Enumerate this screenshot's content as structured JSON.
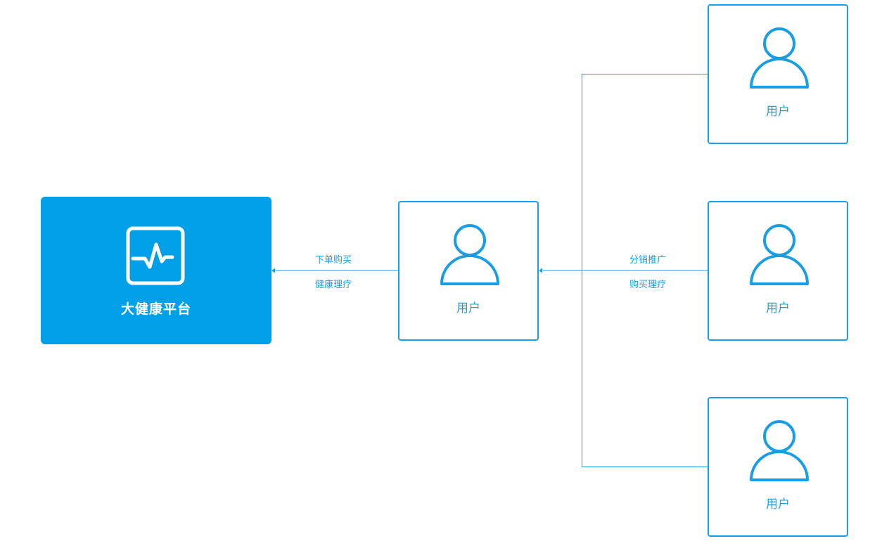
{
  "colors": {
    "accent": "#00a0e9",
    "line": "#1a9ee3",
    "background": "#ffffff"
  },
  "platform": {
    "label": "大健康平台",
    "icon": "pulse-monitor-icon"
  },
  "center_user": {
    "label": "用户",
    "icon": "user-icon"
  },
  "right_users": [
    {
      "label": "用户",
      "icon": "user-icon"
    },
    {
      "label": "用户",
      "icon": "user-icon"
    },
    {
      "label": "用户",
      "icon": "user-icon"
    }
  ],
  "edges": {
    "user_to_platform": {
      "line1": "下单购买",
      "line2": "健康理疗"
    },
    "users_to_user": {
      "line1": "分销推广",
      "line2": "购买理疗"
    }
  }
}
